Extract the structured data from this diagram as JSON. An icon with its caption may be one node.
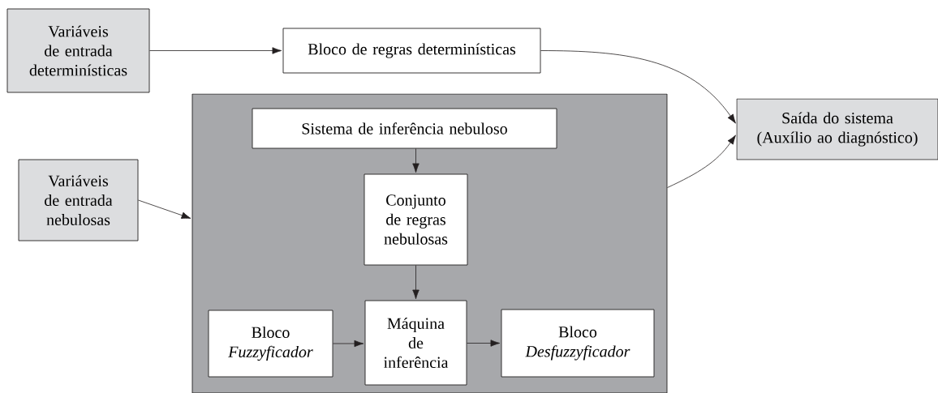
{
  "diagram": {
    "nodes": [
      {
        "text": [
          "Variáveis de entrada determinísticas"
        ]
      },
      {
        "text": [
          "Bloco de regras determinísticas"
        ]
      },
      {
        "text": [],
        "shape": "box"
      },
      {
        "text": [
          "Saída do sistema (Auxílio ao diagnóstico)"
        ]
      },
      {
        "text": [
          "Variáveis de entrada nebulosas"
        ]
      },
      {
        "text": [
          "Sistema de inferência nebuloso"
        ],
        "in": 2
      },
      {
        "text": [
          "Conjunto de regras nebulosas"
        ],
        "in": 2
      },
      {
        "text": [
          "Bloco *Fuzzyficador*"
        ],
        "in": 2
      },
      {
        "text": [
          "Máquina de inferência"
        ],
        "in": 2
      },
      {
        "text": [
          "Bloco *Desfuzzyficador*"
        ],
        "in": 2
      }
    ],
    "edges": [
      {
        "from": 0,
        "to": 1,
        "arrow": "to"
      },
      {
        "from": 1,
        "to": 3,
        "arrow": "to"
      },
      {
        "from": 2,
        "to": 3,
        "arrow": "to"
      },
      {
        "from": 4,
        "to": 2,
        "arrow": "to"
      },
      {
        "from": 5,
        "to": 6,
        "arrow": "to"
      },
      {
        "from": 6,
        "to": 8,
        "arrow": "to"
      },
      {
        "from": 7,
        "to": 8,
        "arrow": "to"
      },
      {
        "from": 8,
        "to": 9,
        "arrow": "to"
      }
    ]
  }
}
